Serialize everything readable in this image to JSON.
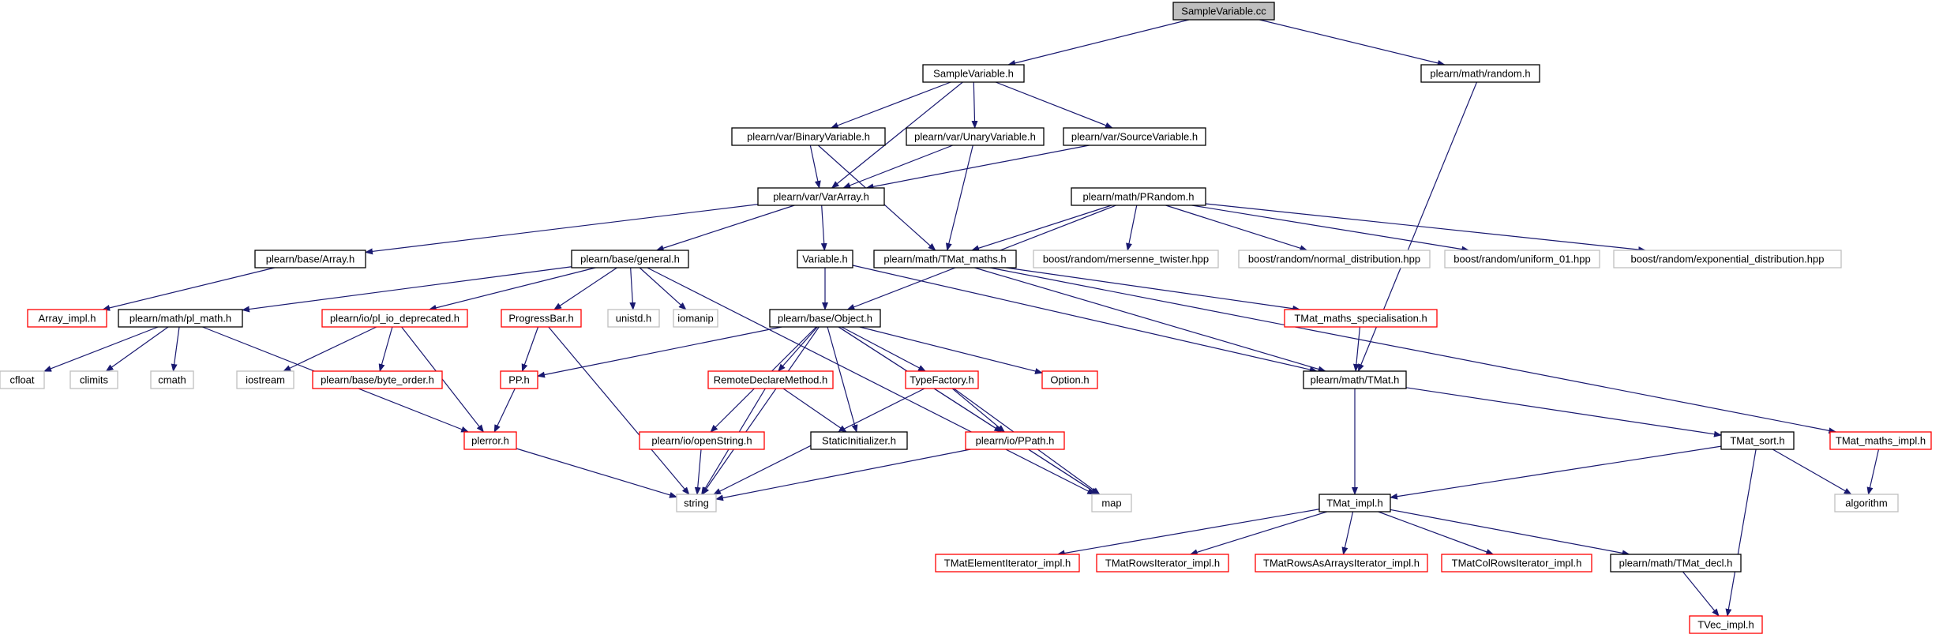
{
  "colors": {
    "edge": "#191970",
    "root_fill": "#bfbfbf",
    "border_black": "#000000",
    "border_red": "#ff0000",
    "border_gray": "#bfbfbf",
    "background": "#ffffff"
  },
  "nodes": [
    {
      "id": "n0",
      "label": "SampleVariable.cc",
      "style": "root"
    },
    {
      "id": "n1",
      "label": "SampleVariable.h",
      "style": "black"
    },
    {
      "id": "n2",
      "label": "plearn/math/random.h",
      "style": "black"
    },
    {
      "id": "n3",
      "label": "plearn/var/BinaryVariable.h",
      "style": "black"
    },
    {
      "id": "n4",
      "label": "plearn/var/UnaryVariable.h",
      "style": "black"
    },
    {
      "id": "n5",
      "label": "plearn/var/SourceVariable.h",
      "style": "black"
    },
    {
      "id": "n6",
      "label": "plearn/var/VarArray.h",
      "style": "black"
    },
    {
      "id": "n7",
      "label": "plearn/math/PRandom.h",
      "style": "black"
    },
    {
      "id": "n8",
      "label": "plearn/base/Array.h",
      "style": "black"
    },
    {
      "id": "n9",
      "label": "plearn/base/general.h",
      "style": "black"
    },
    {
      "id": "n10",
      "label": "Variable.h",
      "style": "black"
    },
    {
      "id": "n11",
      "label": "plearn/math/TMat_maths.h",
      "style": "black"
    },
    {
      "id": "n12",
      "label": "boost/random/mersenne_twister.hpp",
      "style": "gray"
    },
    {
      "id": "n13",
      "label": "boost/random/normal_distribution.hpp",
      "style": "gray"
    },
    {
      "id": "n14",
      "label": "boost/random/uniform_01.hpp",
      "style": "gray"
    },
    {
      "id": "n15",
      "label": "boost/random/exponential_distribution.hpp",
      "style": "gray"
    },
    {
      "id": "n16",
      "label": "Array_impl.h",
      "style": "red"
    },
    {
      "id": "n17",
      "label": "plearn/math/pl_math.h",
      "style": "black"
    },
    {
      "id": "n18",
      "label": "plearn/io/pl_io_deprecated.h",
      "style": "red"
    },
    {
      "id": "n19",
      "label": "ProgressBar.h",
      "style": "red"
    },
    {
      "id": "n20",
      "label": "unistd.h",
      "style": "gray"
    },
    {
      "id": "n21",
      "label": "iomanip",
      "style": "gray"
    },
    {
      "id": "n22",
      "label": "plearn/base/Object.h",
      "style": "black"
    },
    {
      "id": "n23",
      "label": "TMat_maths_specialisation.h",
      "style": "red"
    },
    {
      "id": "n24",
      "label": "cfloat",
      "style": "gray"
    },
    {
      "id": "n25",
      "label": "climits",
      "style": "gray"
    },
    {
      "id": "n26",
      "label": "cmath",
      "style": "gray"
    },
    {
      "id": "n27",
      "label": "iostream",
      "style": "gray"
    },
    {
      "id": "n28",
      "label": "plearn/base/byte_order.h",
      "style": "red"
    },
    {
      "id": "n29",
      "label": "PP.h",
      "style": "red"
    },
    {
      "id": "n30",
      "label": "RemoteDeclareMethod.h",
      "style": "red"
    },
    {
      "id": "n31",
      "label": "TypeFactory.h",
      "style": "red"
    },
    {
      "id": "n32",
      "label": "Option.h",
      "style": "red"
    },
    {
      "id": "n33",
      "label": "plearn/math/TMat.h",
      "style": "black"
    },
    {
      "id": "n34",
      "label": "plerror.h",
      "style": "red"
    },
    {
      "id": "n35",
      "label": "plearn/io/openString.h",
      "style": "red"
    },
    {
      "id": "n36",
      "label": "StaticInitializer.h",
      "style": "black"
    },
    {
      "id": "n37",
      "label": "plearn/io/PPath.h",
      "style": "red"
    },
    {
      "id": "n38",
      "label": "TMat_sort.h",
      "style": "black"
    },
    {
      "id": "n39",
      "label": "TMat_maths_impl.h",
      "style": "red"
    },
    {
      "id": "n40",
      "label": "string",
      "style": "gray"
    },
    {
      "id": "n41",
      "label": "map",
      "style": "gray"
    },
    {
      "id": "n42",
      "label": "TMat_impl.h",
      "style": "black"
    },
    {
      "id": "n43",
      "label": "algorithm",
      "style": "gray"
    },
    {
      "id": "n44",
      "label": "TMatElementIterator_impl.h",
      "style": "red"
    },
    {
      "id": "n45",
      "label": "TMatRowsIterator_impl.h",
      "style": "red"
    },
    {
      "id": "n46",
      "label": "TMatRowsAsArraysIterator_impl.h",
      "style": "red"
    },
    {
      "id": "n47",
      "label": "TMatColRowsIterator_impl.h",
      "style": "red"
    },
    {
      "id": "n48",
      "label": "plearn/math/TMat_decl.h",
      "style": "black"
    },
    {
      "id": "n49",
      "label": "TVec_impl.h",
      "style": "red"
    }
  ],
  "edges": [
    [
      "n0",
      "n1"
    ],
    [
      "n0",
      "n2"
    ],
    [
      "n1",
      "n3"
    ],
    [
      "n1",
      "n4"
    ],
    [
      "n1",
      "n5"
    ],
    [
      "n1",
      "n6"
    ],
    [
      "n2",
      "n33"
    ],
    [
      "n3",
      "n6"
    ],
    [
      "n3",
      "n11"
    ],
    [
      "n4",
      "n6"
    ],
    [
      "n4",
      "n11"
    ],
    [
      "n5",
      "n6"
    ],
    [
      "n6",
      "n8"
    ],
    [
      "n6",
      "n9"
    ],
    [
      "n6",
      "n10"
    ],
    [
      "n7",
      "n11"
    ],
    [
      "n7",
      "n12"
    ],
    [
      "n7",
      "n13"
    ],
    [
      "n7",
      "n14"
    ],
    [
      "n7",
      "n15"
    ],
    [
      "n7",
      "n22"
    ],
    [
      "n8",
      "n16"
    ],
    [
      "n9",
      "n17"
    ],
    [
      "n9",
      "n18"
    ],
    [
      "n9",
      "n19"
    ],
    [
      "n9",
      "n20"
    ],
    [
      "n9",
      "n21"
    ],
    [
      "n9",
      "n41"
    ],
    [
      "n10",
      "n22"
    ],
    [
      "n10",
      "n33"
    ],
    [
      "n11",
      "n23"
    ],
    [
      "n11",
      "n33"
    ],
    [
      "n11",
      "n39"
    ],
    [
      "n17",
      "n24"
    ],
    [
      "n17",
      "n25"
    ],
    [
      "n17",
      "n26"
    ],
    [
      "n17",
      "n34"
    ],
    [
      "n18",
      "n27"
    ],
    [
      "n18",
      "n28"
    ],
    [
      "n18",
      "n34"
    ],
    [
      "n19",
      "n29"
    ],
    [
      "n19",
      "n40"
    ],
    [
      "n22",
      "n29"
    ],
    [
      "n22",
      "n30"
    ],
    [
      "n22",
      "n31"
    ],
    [
      "n22",
      "n32"
    ],
    [
      "n22",
      "n35"
    ],
    [
      "n22",
      "n36"
    ],
    [
      "n22",
      "n37"
    ],
    [
      "n22",
      "n40"
    ],
    [
      "n22",
      "n41"
    ],
    [
      "n23",
      "n33"
    ],
    [
      "n29",
      "n34"
    ],
    [
      "n30",
      "n36"
    ],
    [
      "n30",
      "n40"
    ],
    [
      "n31",
      "n37"
    ],
    [
      "n31",
      "n40"
    ],
    [
      "n31",
      "n41"
    ],
    [
      "n33",
      "n38"
    ],
    [
      "n33",
      "n42"
    ],
    [
      "n34",
      "n40"
    ],
    [
      "n35",
      "n40"
    ],
    [
      "n37",
      "n40"
    ],
    [
      "n37",
      "n41"
    ],
    [
      "n38",
      "n42"
    ],
    [
      "n38",
      "n43"
    ],
    [
      "n38",
      "n49"
    ],
    [
      "n39",
      "n43"
    ],
    [
      "n42",
      "n44"
    ],
    [
      "n42",
      "n45"
    ],
    [
      "n42",
      "n46"
    ],
    [
      "n42",
      "n47"
    ],
    [
      "n42",
      "n48"
    ],
    [
      "n48",
      "n49"
    ]
  ]
}
